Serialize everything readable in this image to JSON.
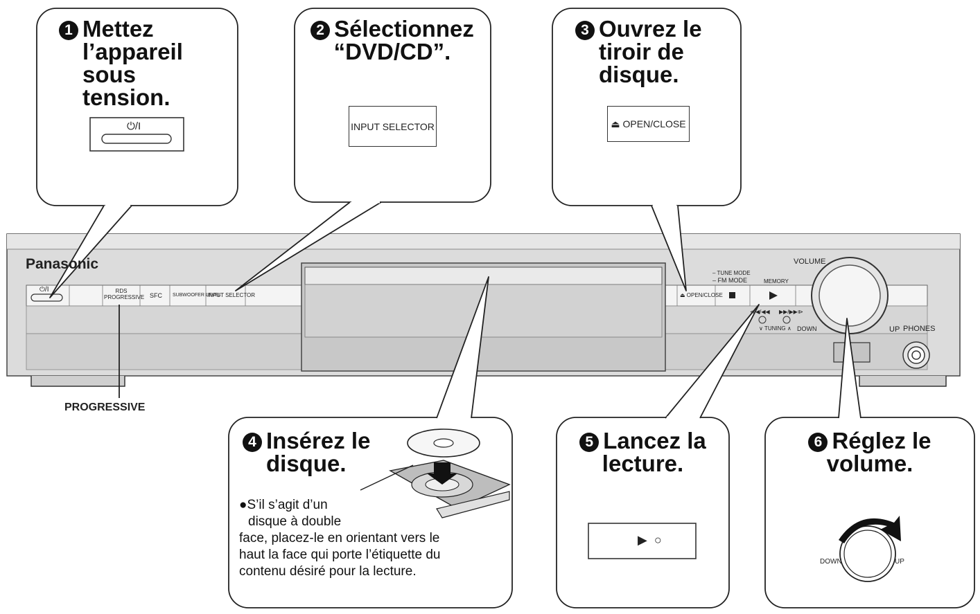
{
  "device": {
    "brand": "Panasonic",
    "buttons": {
      "power": "⏻/I",
      "rds_progressive": "RDS\nPROGRESSIVE",
      "sfc": "SFC",
      "subwoofer_level": "SUBWOOFER LEVEL",
      "input_selector": "INPUT SELECTOR",
      "open_close": "⏏ OPEN/CLOSE",
      "tune_mode": "– TUNE MODE",
      "fm_mode": "– FM MODE",
      "memory": "MEMORY",
      "tuning": "∨ TUNING ∧",
      "skip_back": "⧏◀/◀◀",
      "skip_fwd": "▶▶/▶▶⧐",
      "down": "DOWN",
      "up": "UP",
      "volume": "VOLUME",
      "phones": "PHONES"
    },
    "progressive_label": "PROGRESSIVE"
  },
  "steps": [
    {
      "num": "1",
      "text": "Mettez\nl’appareil\nsous\ntension.",
      "detail": "⏻/I"
    },
    {
      "num": "2",
      "text": "Sélectionnez\n“DVD/CD”.",
      "detail": "INPUT SELECTOR"
    },
    {
      "num": "3",
      "text": "Ouvrez le\ntiroir de\ndisque.",
      "detail": "⏏ OPEN/CLOSE"
    },
    {
      "num": "4",
      "text": "Insérez le\ndisque.",
      "note_a": "●S’il s’agit d’un",
      "note_b": "disque à double",
      "note_c": "face, placez-le en orientant vers le\nhaut la face qui porte l’étiquette du\ncontenu désiré pour la lecture."
    },
    {
      "num": "5",
      "text": "Lancez la\nlecture.",
      "detail": "▶  ○"
    },
    {
      "num": "6",
      "text": "Réglez le\nvolume.",
      "down": "DOWN",
      "up": "UP"
    }
  ]
}
